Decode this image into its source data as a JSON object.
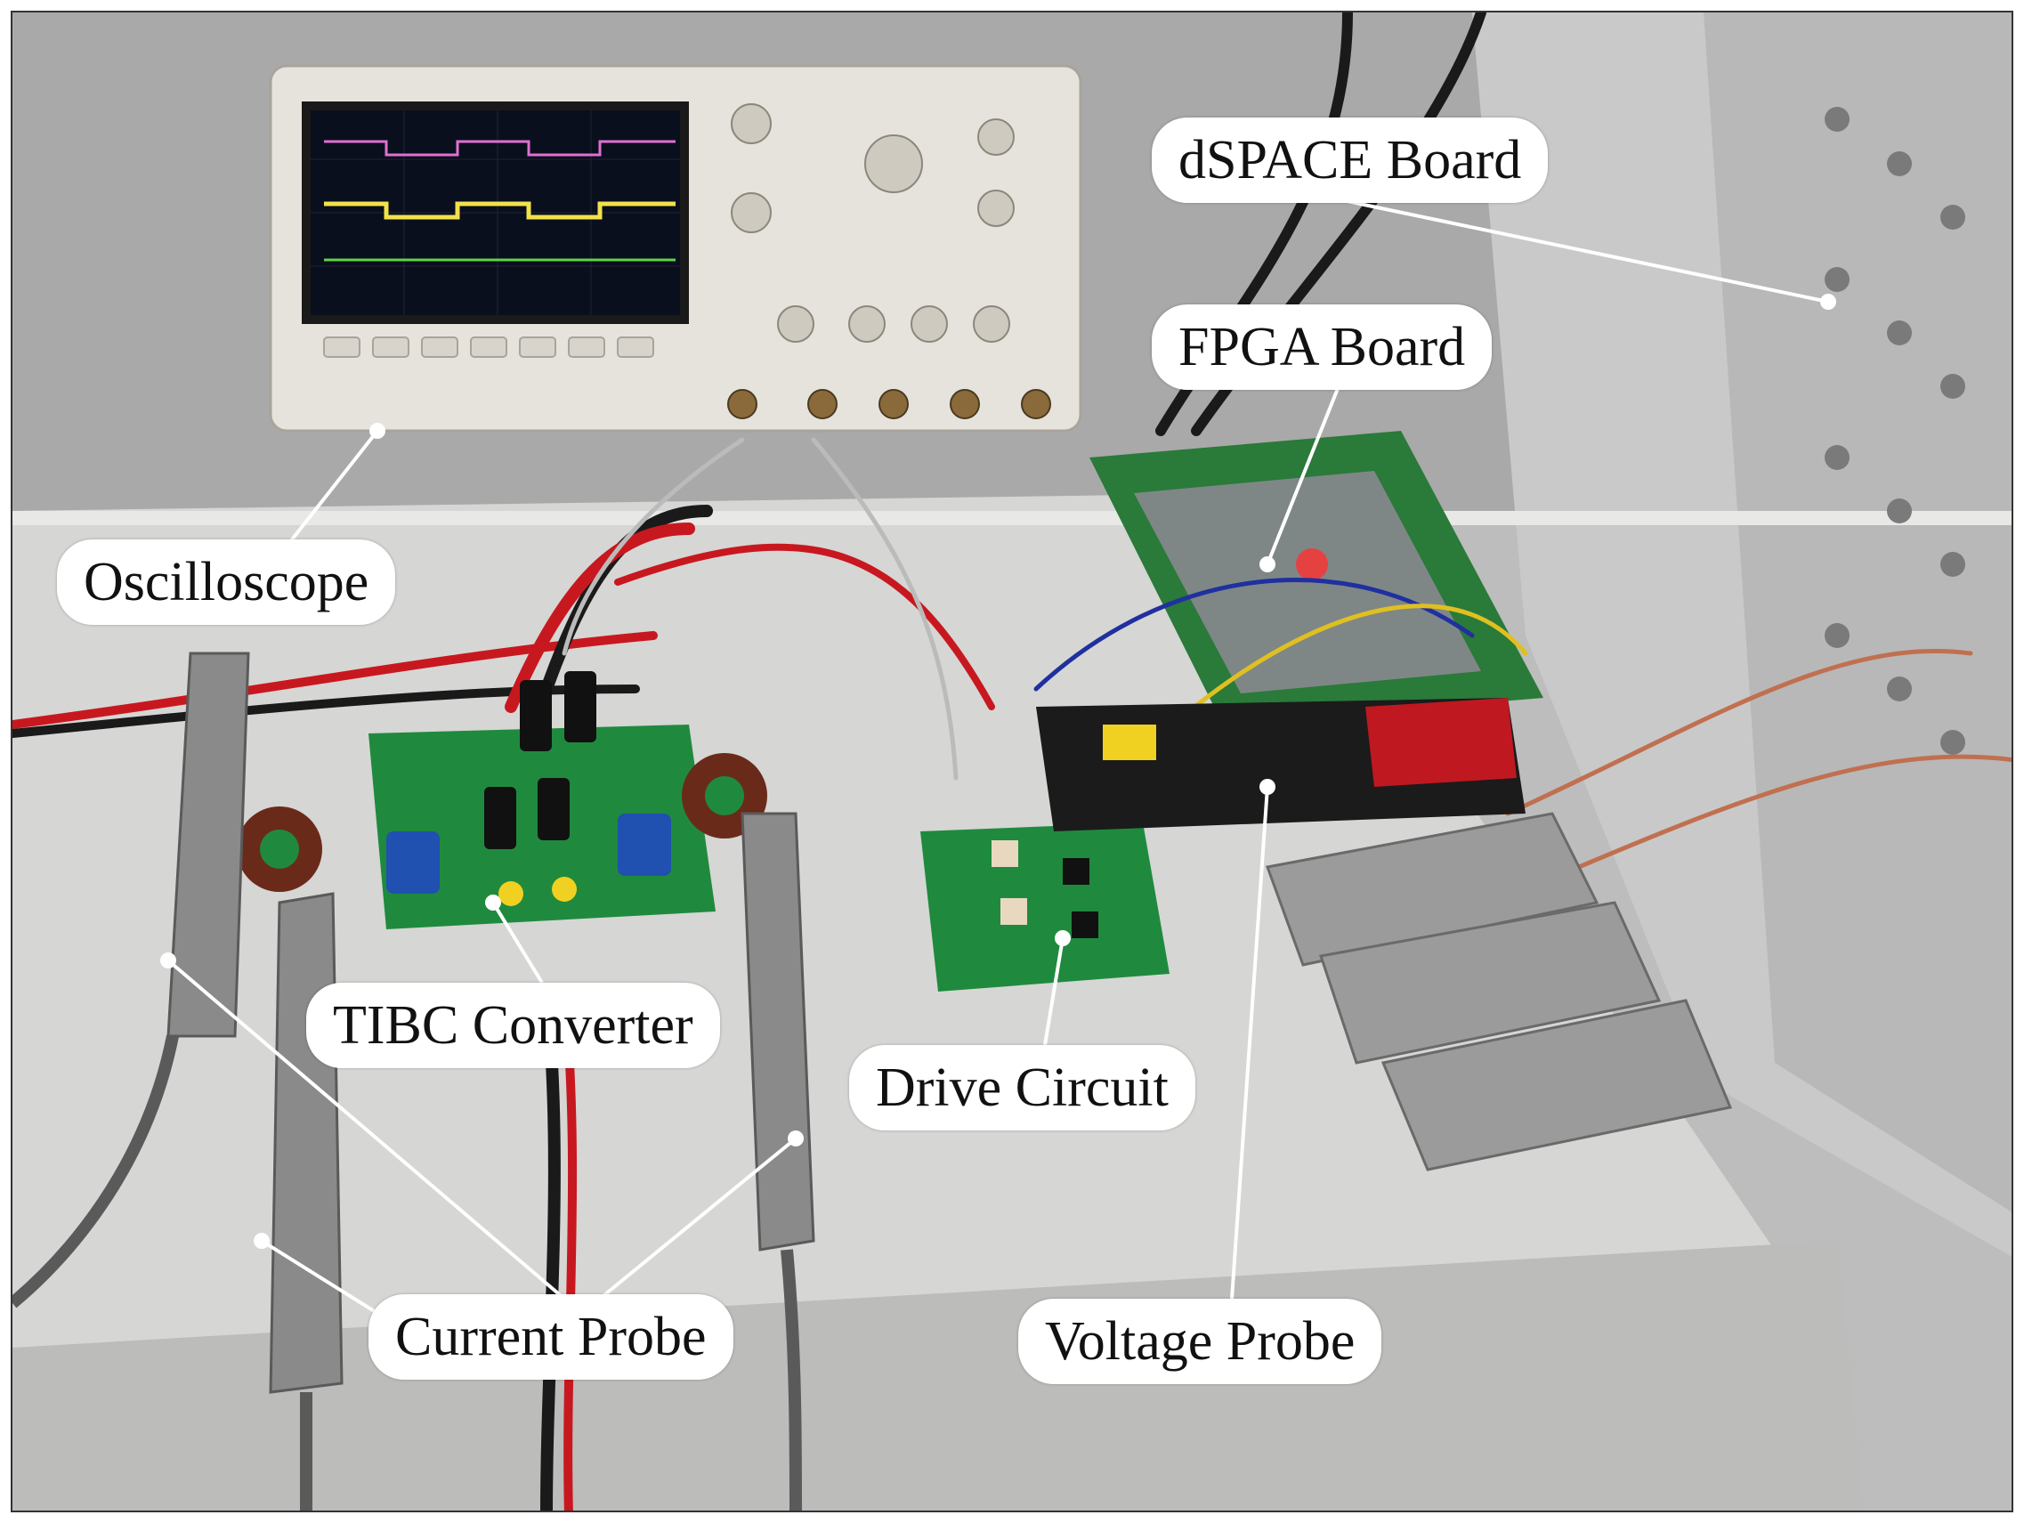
{
  "labels": {
    "dspace": "dSPACE Board",
    "fpga": "FPGA Board",
    "oscilloscope": "Oscilloscope",
    "tibc": "TIBC Converter",
    "drive": "Drive Circuit",
    "current_probe": "Current Probe",
    "voltage_probe": "Voltage Probe"
  },
  "colors": {
    "bench": "#d4d4d2",
    "pcb": "#1f8a3e",
    "oscilloscope_body": "#e6e3dc",
    "screen": "#0a0f1e",
    "trace_pink": "#e070d0",
    "trace_yellow": "#f2e24a",
    "trace_green": "#5fd14a",
    "wire_red": "#c8181f",
    "wire_black": "#1a1a1a",
    "probe_gray": "#8a8a8a"
  }
}
